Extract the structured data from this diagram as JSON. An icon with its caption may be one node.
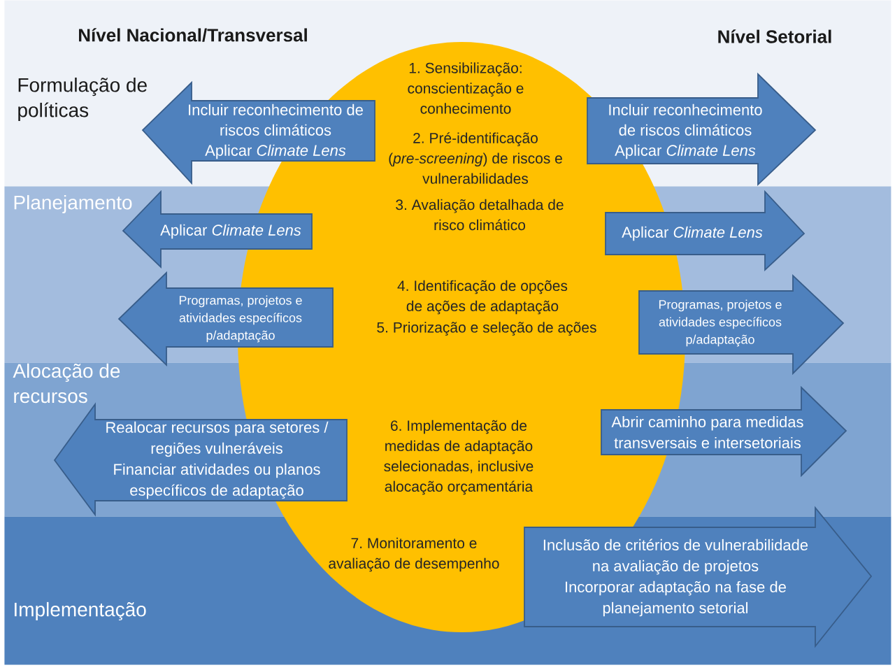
{
  "diagram": {
    "nodes": [
      {
        "text": [
          "1. Sensibilização: conscientização e conhecimento",
          "2. Pré-identificação (*pre-screening*) de riscos e vulnerabilidades",
          "3. Avaliação detalhada de risco climático",
          "4. Identificação de opções de ações de adaptação",
          "5. Priorização e seleção de ações",
          "6. Implementação de medidas de adaptação selecionadas, inclusive alocação orçamentária",
          "7. Monitoramento e avaliação de desempenho"
        ]
      },
      {
        "text": [
          "Incluir reconhecimento de riscos climáticos",
          "Aplicar *Climate Lens*"
        ]
      },
      {
        "text": [
          "Incluir reconhecimento de riscos climáticos",
          "Aplicar *Climate Lens*"
        ]
      },
      {
        "text": [
          "Aplicar *Climate Lens*"
        ]
      },
      {
        "text": [
          "Aplicar *Climate Lens*"
        ]
      },
      {
        "text": [
          "Programas, projetos e atividades específicos p/adaptação"
        ]
      },
      {
        "text": [
          "Programas, projetos e atividades específicos p/adaptação"
        ]
      },
      {
        "text": [
          "Realocar recursos para setores / regiões vulneráveis",
          "Financiar atividades ou planos específicos de adaptação"
        ]
      },
      {
        "text": [
          "Abrir caminho para medidas transversais e intersetoriais"
        ]
      },
      {
        "text": [
          "Inclusão de critérios de vulnerabilidade na avaliação de projetos",
          "Incorporar adaptação na fase de planejamento setorial"
        ]
      }
    ],
    "labels": [
      "Nível Nacional/Transversal",
      "Nível Setorial",
      "Formulação de políticas",
      "Planejamento",
      "Alocação de recursos",
      "Implementação"
    ]
  }
}
